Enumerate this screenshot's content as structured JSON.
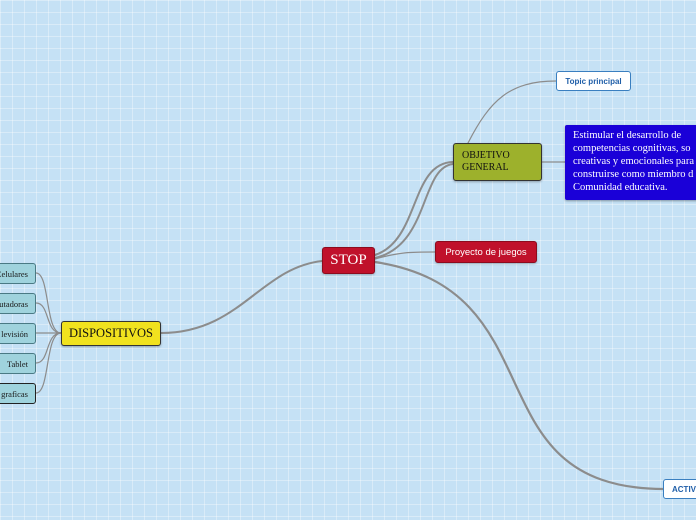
{
  "central": {
    "label": "STOP"
  },
  "nodes": {
    "objetivo": {
      "line1": "OBJETIVO",
      "line2": "GENERAL"
    },
    "dispositivos": {
      "label": "DISPOSITIVOS"
    },
    "proyecto": {
      "label": "Proyecto de juegos"
    },
    "topic": {
      "label": "Topic principal"
    },
    "activ": {
      "label": "ACTIV"
    },
    "estimular": {
      "text": "Estimular el desarrollo de competencias cognitivas, so creativas y emocionales para construirse como miembro d Comunidad educativa."
    }
  },
  "leaves": [
    {
      "label": "Celulares"
    },
    {
      "label": "utadoras"
    },
    {
      "label": "levisión"
    },
    {
      "label": "Tablet"
    },
    {
      "label": "grafìcas"
    }
  ],
  "colors": {
    "background": "#c5e1f5",
    "central": "#c0112b",
    "dispositivos": "#f1e21e",
    "objetivo": "#9db12c",
    "estimular": "#1a00d8",
    "leaf": "#9fd3dd",
    "link": "#8a8a8a"
  }
}
